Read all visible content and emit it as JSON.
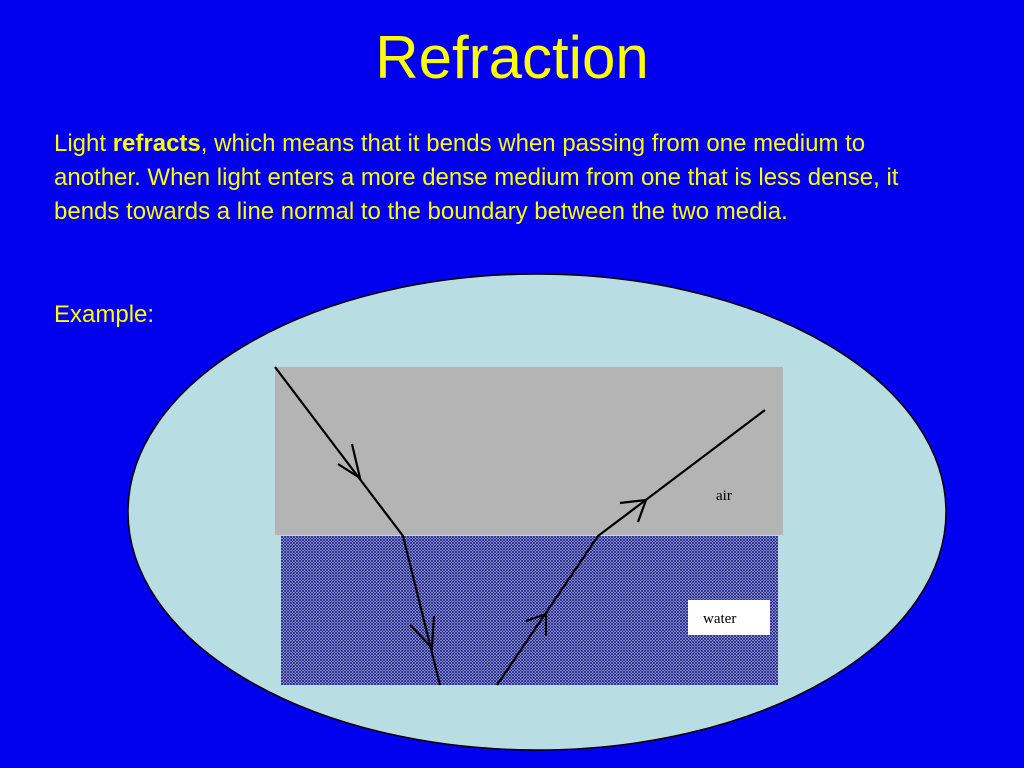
{
  "slide": {
    "title": "Refraction",
    "paragraph": {
      "prefix": "Light ",
      "emphasis": "refracts",
      "rest": ", which means that it bends when passing from one medium to another. When light enters a more dense medium from one that is less dense, it bends towards a line normal to the boundary between the two media."
    },
    "example_label": "Example:"
  },
  "diagram": {
    "labels": {
      "air": "air",
      "water": "water"
    }
  },
  "colors": {
    "background": "#0000ee",
    "text": "#ffff00",
    "ellipse_fill": "#b8dde3",
    "air_fill": "#b4b4b4",
    "water_fill": "#8a8fb8"
  }
}
